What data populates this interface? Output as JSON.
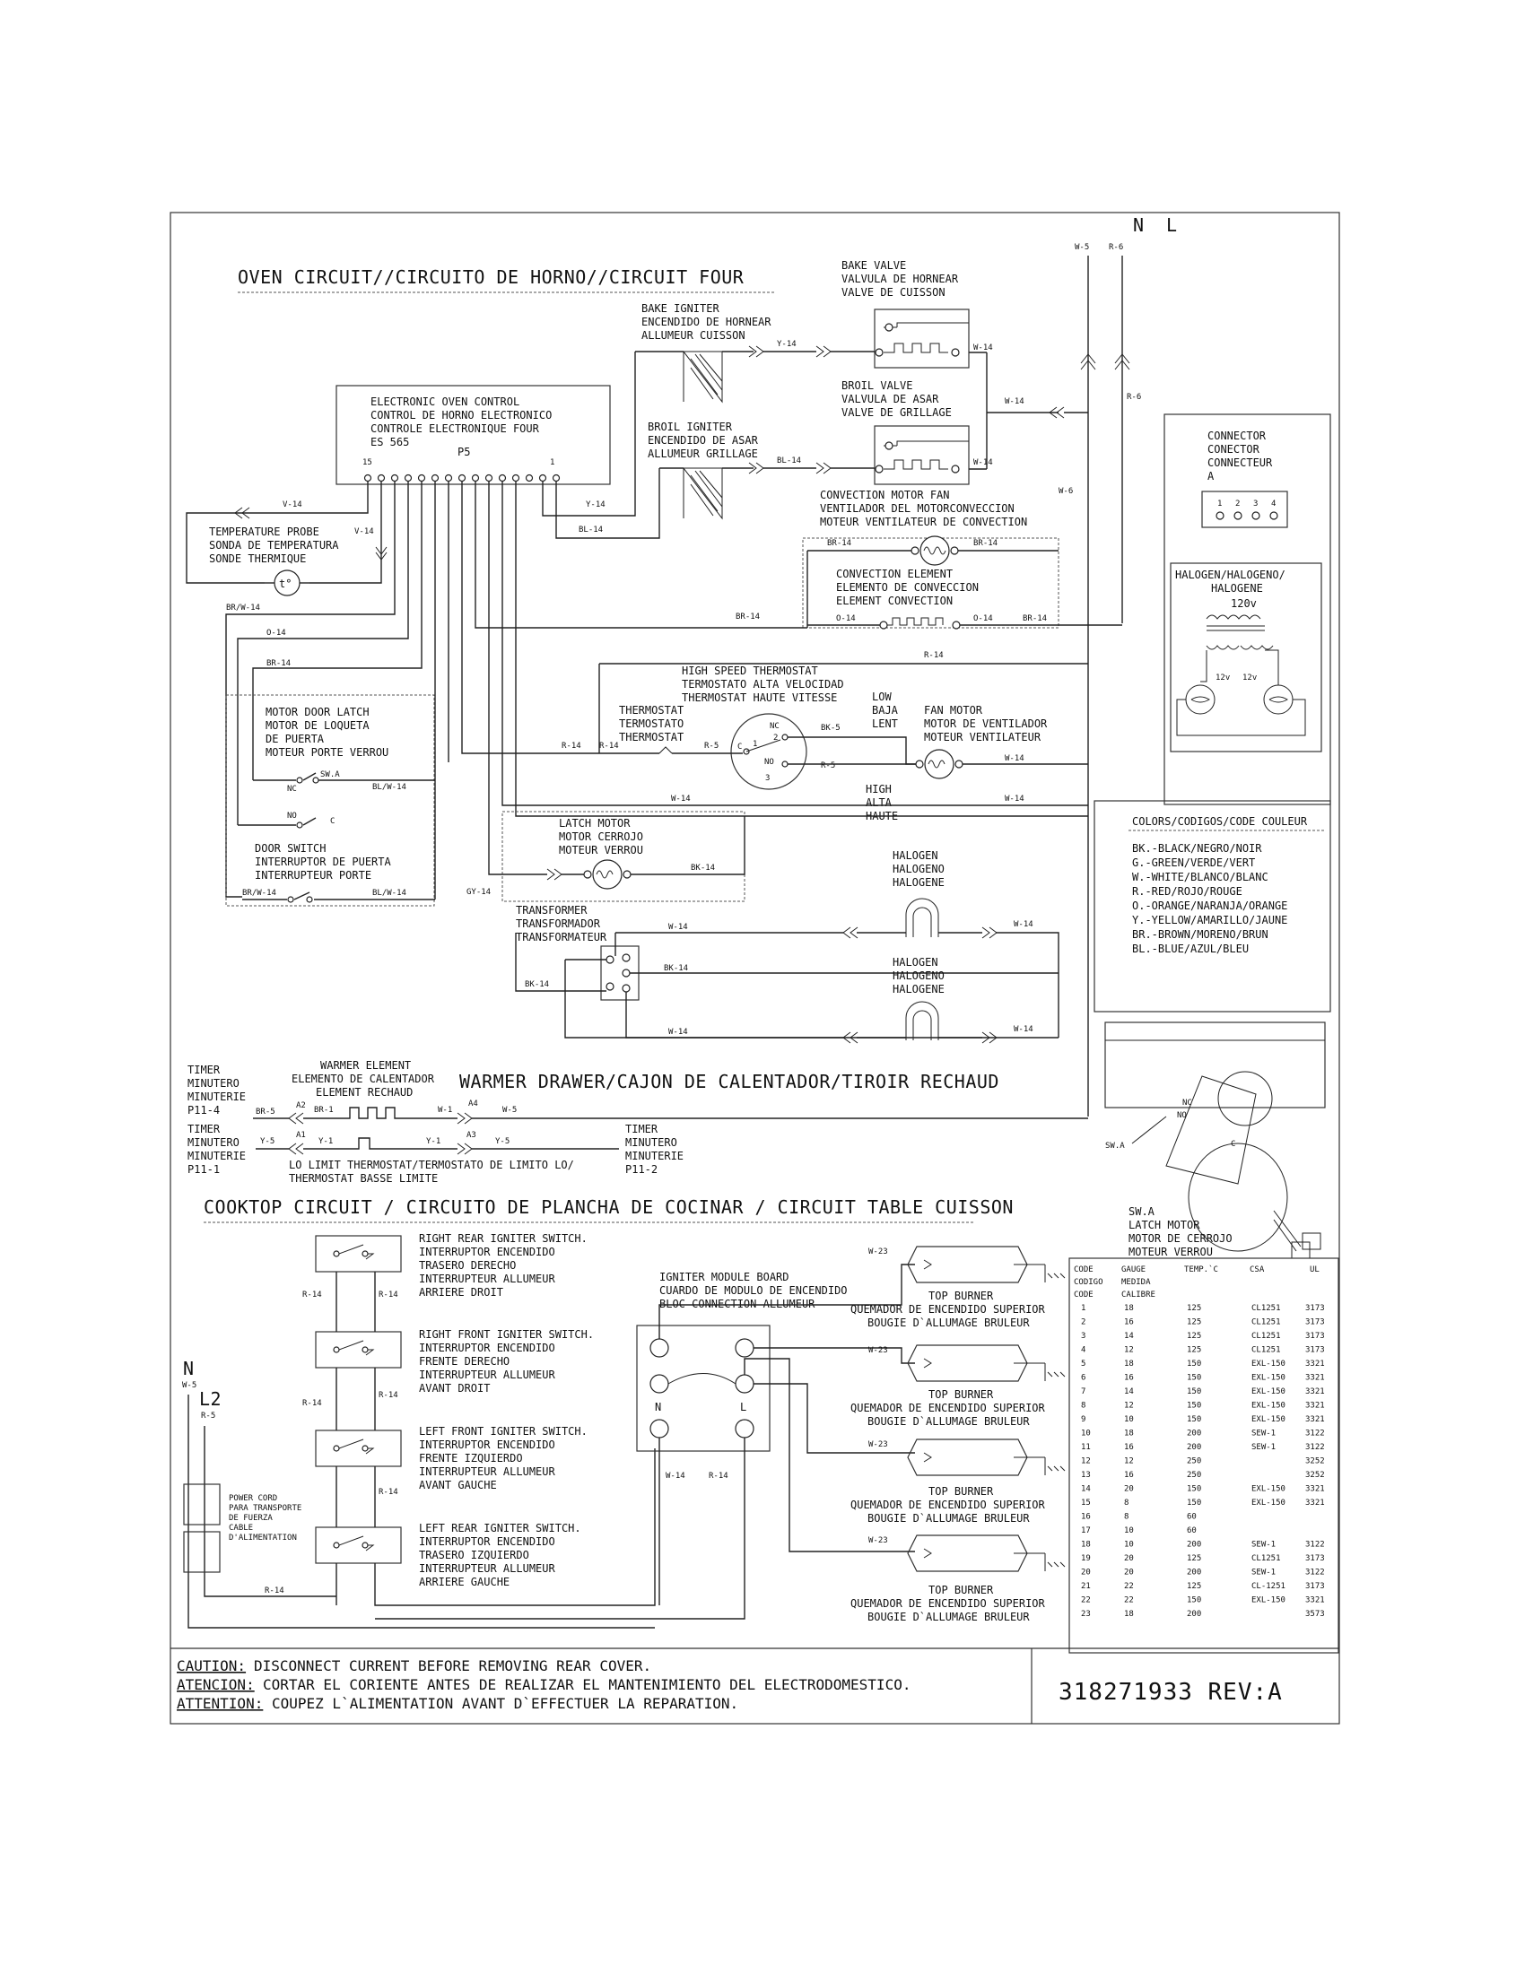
{
  "power": {
    "N": "N",
    "L": "L",
    "w5": "W-5",
    "r6": "R-6",
    "r6b": "R-6",
    "w6": "W-6",
    "w14": "W-14"
  },
  "oven": {
    "title": "OVEN CIRCUIT//CIRCUITO DE HORNO//CIRCUIT FOUR",
    "bake_valve": [
      "BAKE VALVE",
      "VALVULA DE HORNEAR",
      "VALVE DE CUISSON"
    ],
    "bake_igniter": [
      "BAKE IGNITER",
      "ENCENDIDO DE HORNEAR",
      "ALLUMEUR CUISSON"
    ],
    "broil_valve": [
      "BROIL VALVE",
      "VALVULA DE ASAR",
      "VALVE DE GRILLAGE"
    ],
    "broil_igniter": [
      "BROIL IGNITER",
      "ENCENDIDO DE ASAR",
      "ALLUMEUR GRILLAGE"
    ],
    "control": [
      "ELECTRONIC OVEN CONTROL",
      "CONTROL DE HORNO ELECTRONICO",
      "CONTROLE ELECTRONIQUE FOUR",
      "ES 565"
    ],
    "p5": "P5",
    "pin15": "15",
    "pin1": "1",
    "probe": [
      "TEMPERATURE PROBE",
      "SONDA DE TEMPERATURA",
      "SONDE THERMIQUE"
    ],
    "conv_fan": [
      "CONVECTION MOTOR FAN",
      "VENTILADOR DEL MOTORCONVECCION",
      "MOTEUR VENTILATEUR DE CONVECTION"
    ],
    "conv_elem": [
      "CONVECTION ELEMENT",
      "ELEMENTO DE CONVECCION",
      "ELEMENT CONVECTION"
    ],
    "door_latch": [
      "MOTOR DOOR LATCH",
      "MOTOR DE LOQUETA",
      "DE PUERTA",
      "MOTEUR PORTE VERROU"
    ],
    "door_switch": [
      "DOOR SWITCH",
      "INTERRUPTOR DE PUERTA",
      "INTERRUPTEUR PORTE"
    ],
    "hs_thermo": [
      "HIGH SPEED THERMOSTAT",
      "TERMOSTATO ALTA VELOCIDAD",
      "THERMOSTAT HAUTE VITESSE"
    ],
    "thermo": [
      "THERMOSTAT",
      "TERMOSTATO",
      "THERMOSTAT"
    ],
    "low": [
      "LOW",
      "BAJA",
      "LENT"
    ],
    "high": [
      "HIGH",
      "ALTA",
      "HAUTE"
    ],
    "fan_motor": [
      "FAN MOTOR",
      "MOTOR DE VENTILADOR",
      "MOTEUR VENTILATEUR"
    ],
    "latch_motor": [
      "LATCH MOTOR",
      "MOTOR CERROJO",
      "MOTEUR VERROU"
    ],
    "transformer": [
      "TRANSFORMER",
      "TRANSFORMADOR",
      "TRANSFORMATEUR"
    ],
    "halogen": [
      "HALOGEN",
      "HALOGENO",
      "HALOGENE"
    ],
    "sw_a": "SW.A",
    "nc": "NC",
    "no": "NO",
    "c": "C",
    "nc2": "NC",
    "no2": "NO",
    "one": "1",
    "two": "2",
    "three": "3",
    "wires": {
      "y14": "Y-14",
      "w14": "W-14",
      "w14b": "W-14",
      "bl14": "BL-14",
      "v14": "V-14",
      "v14b": "V-14",
      "y14b": "Y-14",
      "bl14b": "BL-14",
      "br14": "BR-14",
      "br14b": "BR-14",
      "br14c": "BR-14",
      "o14": "O-14",
      "o14b": "O-14",
      "br14d": "BR-14",
      "r14": "R-14",
      "brw14": "BR/W-14",
      "o14c": "O-14",
      "br14e": "BR-14",
      "blw14": "BL/W-14",
      "brw14b": "BR/W-14",
      "blw14b": "BL/W-14",
      "r14b": "R-14",
      "r14c": "R-14",
      "r5": "R-5",
      "bk5": "BK-5",
      "r5b": "R-5",
      "w14c": "W-14",
      "w14d": "W-14",
      "w14e": "W-14",
      "bk14": "BK-14",
      "gy14": "GY-14",
      "w14f": "W-14",
      "w14g": "W-14",
      "bk14b": "BK-14",
      "bk14c": "BK-14",
      "w14h": "W-14",
      "w14i": "W-14"
    }
  },
  "connector": {
    "labels": [
      "CONNECTOR",
      "CONECTOR",
      "CONNECTEUR",
      "A"
    ],
    "pins": [
      "1",
      "2",
      "3",
      "4"
    ]
  },
  "halogen_box": {
    "title": [
      "HALOGEN/HALOGENO/",
      "HALOGENE"
    ],
    "v1": "120v",
    "v2": "12v",
    "v3": "12v"
  },
  "colors": {
    "title": "COLORS/CODIGOS/CODE COULEUR",
    "items": [
      "BK.-BLACK/NEGRO/NOIR",
      "G.-GREEN/VERDE/VERT",
      "W.-WHITE/BLANCO/BLANC",
      "R.-RED/ROJO/ROUGE",
      "O.-ORANGE/NARANJA/ORANGE",
      "Y.-YELLOW/AMARILLO/JAUNE",
      "BR.-BROWN/MORENO/BRUN",
      "BL.-BLUE/AZUL/BLEU"
    ]
  },
  "latch_detail": {
    "nc": "NC",
    "no": "NO",
    "c": "C",
    "swa": "SW.A",
    "labels": [
      "SW.A",
      "LATCH MOTOR",
      "MOTOR DE CERROJO",
      "MOTEUR VERROU"
    ]
  },
  "warmer": {
    "title": "WARMER DRAWER/CAJON DE CALENTADOR/TIROIR RECHAUD",
    "timer1": [
      "TIMER",
      "MINUTERO",
      "MINUTERIE",
      "P11-4"
    ],
    "element": [
      "WARMER ELEMENT",
      "ELEMENTO DE CALENTADOR",
      "ELEMENT RECHAUD"
    ],
    "timer2": [
      "TIMER",
      "MINUTERO",
      "MINUTERIE",
      "P11-1"
    ],
    "timer3": [
      "TIMER",
      "MINUTERO",
      "MINUTERIE",
      "P11-2"
    ],
    "lolimit": [
      "LO LIMIT THERMOSTAT/TERMOSTATO DE LIMITO LO/",
      "THERMOSTAT BASSE LIMITE"
    ],
    "wires": {
      "br5": "BR-5",
      "a2": "A2",
      "br1": "BR-1",
      "w1": "W-1",
      "a4": "A4",
      "w5": "W-5",
      "y5": "Y-5",
      "a1": "A1",
      "y1": "Y-1",
      "y1b": "Y-1",
      "a3": "A3",
      "y5b": "Y-5"
    }
  },
  "cooktop": {
    "title": "COOKTOP CIRCUIT / CIRCUITO DE PLANCHA DE COCINAR / CIRCUIT TABLE CUISSON",
    "sw_rr": [
      "RIGHT REAR IGNITER SWITCH.",
      "INTERRUPTOR ENCENDIDO",
      "TRASERO DERECHO",
      "INTERRUPTEUR ALLUMEUR",
      "ARRIERE DROIT"
    ],
    "sw_rf": [
      "RIGHT FRONT IGNITER SWITCH.",
      "INTERRUPTOR  ENCENDIDO",
      "FRENTE DERECHO",
      "INTERRUPTEUR ALLUMEUR",
      "AVANT DROIT"
    ],
    "sw_lf": [
      "LEFT FRONT IGNITER SWITCH.",
      "INTERRUPTOR  ENCENDIDO",
      "FRENTE IZQUIERDO",
      "INTERRUPTEUR ALLUMEUR",
      "AVANT GAUCHE"
    ],
    "sw_lr": [
      "LEFT REAR IGNITER SWITCH.",
      "INTERRUPTOR ENCENDIDO",
      "TRASERO IZQUIERDO",
      "INTERRUPTEUR ALLUMEUR",
      "ARRIERE GAUCHE"
    ],
    "module": [
      "IGNITER MODULE BOARD",
      "CUARDO DE MODULO DE ENCENDIDO",
      "BLOC CONNECTION ALLUMEUR"
    ],
    "burner": [
      "TOP BURNER",
      "QUEMADOR DE ENCENDIDO SUPERIOR",
      "BOUGIE D`ALLUMAGE BRULEUR"
    ],
    "power_cord": [
      "POWER CORD",
      "PARA TRANSPORTE",
      "DE FUERZA",
      "CABLE",
      "D'ALIMENTATION"
    ],
    "n": "N",
    "l2": "L2",
    "mn": "N",
    "ml": "L",
    "wires": {
      "w5": "W-5",
      "r5": "R-5",
      "r14a": "R-14",
      "r14b": "R-14",
      "r14c": "R-14",
      "r14d": "R-14",
      "r14e": "R-14",
      "r14f": "R-14",
      "w14": "W-14",
      "r14g": "R-14",
      "w23a": "W-23",
      "w23b": "W-23",
      "w23c": "W-23",
      "w23d": "W-23"
    }
  },
  "gauge_table": {
    "headers": [
      "CODE",
      "GAUGE",
      "TEMP.`C",
      "CSA",
      "UL"
    ],
    "headers2": [
      "CODIGO",
      "MEDIDA"
    ],
    "headers3": [
      "CODE",
      "CALIBRE"
    ],
    "rows": [
      [
        "1",
        "18",
        "125",
        "CL1251",
        "3173"
      ],
      [
        "2",
        "16",
        "125",
        "CL1251",
        "3173"
      ],
      [
        "3",
        "14",
        "125",
        "CL1251",
        "3173"
      ],
      [
        "4",
        "12",
        "125",
        "CL1251",
        "3173"
      ],
      [
        "5",
        "18",
        "150",
        "EXL-150",
        "3321"
      ],
      [
        "6",
        "16",
        "150",
        "EXL-150",
        "3321"
      ],
      [
        "7",
        "14",
        "150",
        "EXL-150",
        "3321"
      ],
      [
        "8",
        "12",
        "150",
        "EXL-150",
        "3321"
      ],
      [
        "9",
        "10",
        "150",
        "EXL-150",
        "3321"
      ],
      [
        "10",
        "18",
        "200",
        "SEW-1",
        "3122"
      ],
      [
        "11",
        "16",
        "200",
        "SEW-1",
        "3122"
      ],
      [
        "12",
        "12",
        "250",
        "",
        "3252"
      ],
      [
        "13",
        "16",
        "250",
        "",
        "3252"
      ],
      [
        "14",
        "20",
        "150",
        "EXL-150",
        "3321"
      ],
      [
        "15",
        "8",
        "150",
        "EXL-150",
        "3321"
      ],
      [
        "16",
        "8",
        "60",
        "",
        ""
      ],
      [
        "17",
        "10",
        "60",
        "",
        ""
      ],
      [
        "18",
        "10",
        "200",
        "SEW-1",
        "3122"
      ],
      [
        "19",
        "20",
        "125",
        "CL1251",
        "3173"
      ],
      [
        "20",
        "20",
        "200",
        "SEW-1",
        "3122"
      ],
      [
        "21",
        "22",
        "125",
        "CL-1251",
        "3173"
      ],
      [
        "22",
        "22",
        "150",
        "EXL-150",
        "3321"
      ],
      [
        "23",
        "18",
        "200",
        "",
        "3573"
      ]
    ]
  },
  "footer": {
    "caution_key": "CAUTION:",
    "caution": " DISCONNECT CURRENT BEFORE REMOVING REAR COVER.",
    "atencion_key": "ATENCION:",
    "atencion": "CORTAR EL CORIENTE ANTES DE REALIZAR EL MANTENIMIENTO DEL ELECTRODOMESTICO.",
    "attention_key": "ATTENTION:",
    "attention": "COUPEZ L`ALIMENTATION AVANT D`EFFECTUER LA REPARATION.",
    "part_no": "318271933  REV:A"
  }
}
